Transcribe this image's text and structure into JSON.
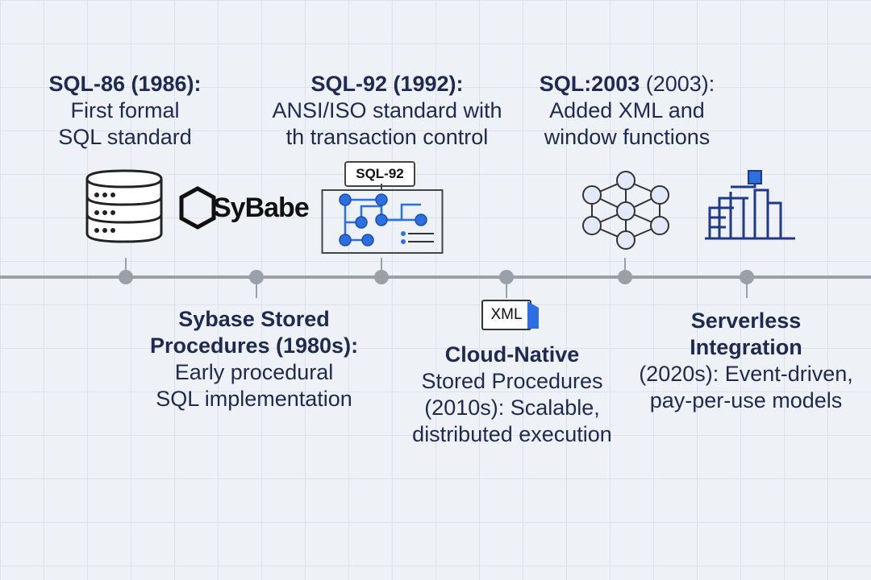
{
  "milestones_top": [
    {
      "title": "SQL-86 (1986):",
      "body_lines": [
        "First formal",
        "SQL standard"
      ]
    },
    {
      "title": "SQL-92 (1992):",
      "body_lines": [
        "ANSI/ISO standard with",
        "th transaction control"
      ]
    },
    {
      "title": "SQL:2003",
      "title_suffix": " (2003):",
      "body_lines": [
        "Added XML and",
        "window functions"
      ]
    }
  ],
  "milestones_bottom": [
    {
      "title_lines": [
        "Sybase Stored",
        "Procedures (1980s):"
      ],
      "body_lines": [
        "Early procedural",
        "SQL implementation"
      ]
    },
    {
      "title_lines": [
        "Cloud-Native"
      ],
      "body_lines": [
        "Stored Procedures",
        "(2010s): Scalable,",
        "distributed execution"
      ]
    },
    {
      "title_lines": [
        "Serverless",
        "Integration"
      ],
      "body_lines": [
        "(2020s): Event-driven,",
        "pay-per-use models"
      ]
    }
  ],
  "icons": {
    "database": "database-icon",
    "sybase_logo_text": "SyBabe",
    "sql92_badge": "SQL-92",
    "flowchart": "flowchart-icon",
    "xml_badge": "XML",
    "network": "network-icon",
    "serverless": "serverless-architecture-icon"
  },
  "colors": {
    "text": "#1e2a52",
    "accent": "#2b6fe0",
    "timeline": "#9aa0a8",
    "icon_navy": "#1f3a8a"
  }
}
